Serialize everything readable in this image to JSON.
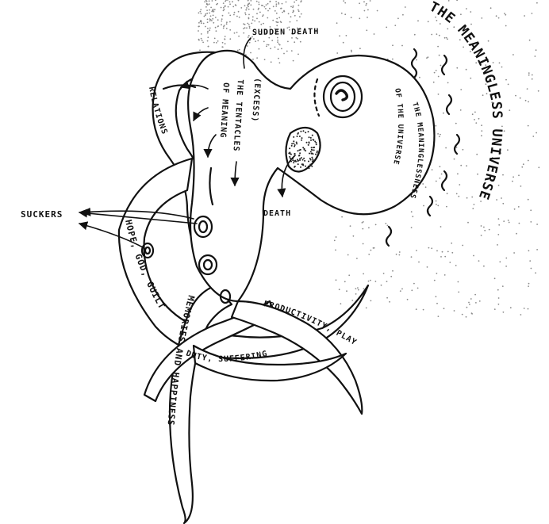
{
  "labels": {
    "universe": "THE MEANINGLESS UNIVERSE",
    "sudden_death": "SUDDEN DEATH",
    "excess": "(EXCESS)",
    "tentacles_line1": "THE TENTACLES",
    "tentacles_line2": "OF MEANING",
    "relations": "RELATIONS",
    "meaninglessness_line1": "THE MEANINGLESSNESS",
    "meaninglessness_line2": "OF THE UNIVERSE",
    "death": "DEATH",
    "suckers": "SUCKERS",
    "hope_god_guilt": "HOPE, GOD, GUILT",
    "memories_happiness": "MEMORIES AND HAPPINESS",
    "duty_suffering": "DUTY, SUFFERING",
    "productivity_play": "PRODUCTIVITY, PLAY"
  },
  "colors": {
    "ink": "#111111",
    "paper": "#ffffff",
    "stipple": "#8a8a8a"
  }
}
